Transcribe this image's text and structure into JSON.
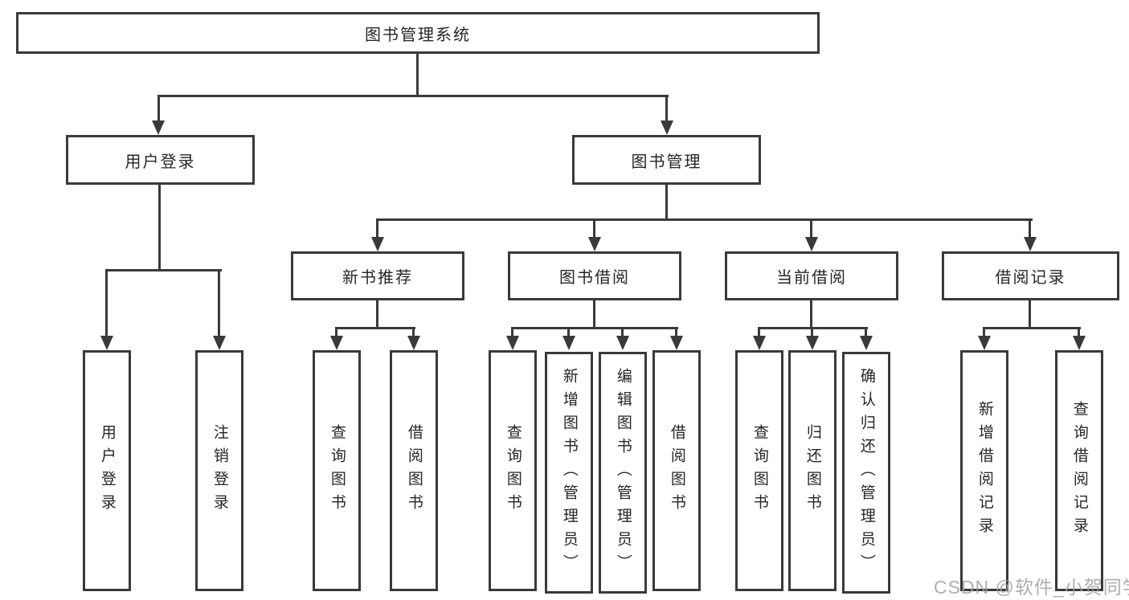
{
  "diagram": {
    "title": "图书管理系统",
    "level2": {
      "user_login": "用户登录",
      "book_mgmt": "图书管理"
    },
    "level3": {
      "new_book_rec": "新书推荐",
      "book_borrowing": "图书借阅",
      "current_borrowing": "当前借阅",
      "borrowing_records": "借阅记录"
    },
    "leaves": {
      "user_login": "用户登录",
      "logout": "注销登录",
      "rec_query_books": "查询图书",
      "rec_borrow_books": "借阅图书",
      "bor_query_books": "查询图书",
      "bor_add_books": "新增图书（管理员）",
      "bor_edit_books": "编辑图书（管理员）",
      "bor_borrow_books": "借阅图书",
      "cur_query_books": "查询图书",
      "cur_return_books": "归还图书",
      "cur_confirm_return": "确认归还（管理员）",
      "log_add_record": "新增借阅记录",
      "log_query_record": "查询借阅记录"
    },
    "watermark": "CSDN @软件_小贺同学",
    "colors": {
      "line": "#3a3a3a",
      "text": "#262626",
      "watermark": "#a0a0a0",
      "background": "#ffffff"
    }
  }
}
